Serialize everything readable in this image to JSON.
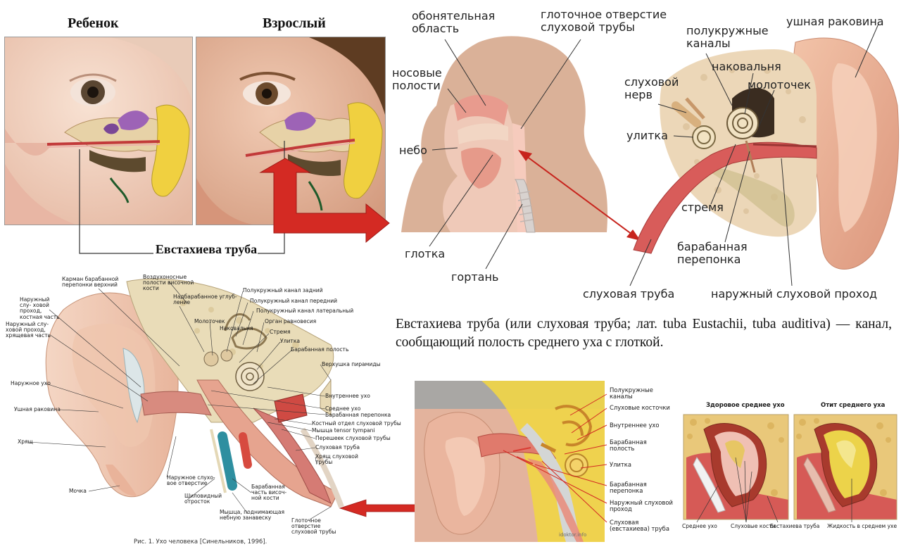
{
  "top_left": {
    "child_label": "Ребенок",
    "adult_label": "Взрослый",
    "tube_label": "Евстахиева труба"
  },
  "head_diagram": {
    "olfactory": "обонятельная область",
    "pharyngeal_opening": "глоточное отверстие слуховой трубы",
    "nasal_cavities": "носовые полости",
    "palate": "небо",
    "pharynx": "глотка",
    "larynx": "гортань"
  },
  "ear_diagram": {
    "semicircular": "полукружные каналы",
    "auricle": "ушная раковина",
    "incus": "наковальня",
    "auditory_nerve": "слуховой нерв",
    "malleus": "молоточек",
    "cochlea": "улитка",
    "stapes": "стремя",
    "eardrum": "барабанная перепонка",
    "auditory_tube": "слуховая труба",
    "external_canal": "наружный слуховой проход"
  },
  "caption": "Евстахиева труба (или слуховая труба; лат. tuba Eustachii, tuba auditiva) — канал, сообщающий полость среднего уха с глоткой.",
  "anatomy": {
    "labels": [
      "Карман барабанной перепонки верхний",
      "Воздухоносные полости височной кости",
      "Надбарабанное углуб- ление",
      "Полукружный канал задний",
      "Полукружный канал передний",
      "Полукружный канал латеральный",
      "Орган равновесия",
      "Молоточек",
      "Наковальня",
      "Стремя",
      "Улитка",
      "Барабанная полость",
      "Верхушка пирамиды",
      "Внутреннее ухо",
      "Среднее ухо",
      "Барабанная перепонка",
      "Костный отдел слуховой трубы",
      "Мышца tensor tympani",
      "Перешеек слуховой трубы",
      "Слуховая труба",
      "Хрящ слуховой трубы",
      "Наружный слу- ховой проход, костная часть",
      "Наружный слу- ховой проход, хрящевая часть",
      "Наружное ухо",
      "Ушная раковина",
      "Хрящ",
      "Мочка",
      "Наружное слухо- вое отверстие",
      "Шиловидный отросток",
      "Барабанная часть височ- ной кости",
      "Мышца, поднимающая небную занавеску",
      "Глоточное отверстие слуховой трубы"
    ],
    "figure_caption": "Рис. 1. Ухо человека [Синельников, 1996]."
  },
  "photo_ear": {
    "labels": [
      "Полукружные каналы",
      "Слуховые косточки",
      "Внутреннее ухо",
      "Барабанная полость",
      "Улитка",
      "Барабанная перепонка",
      "Наружный слуховой проход",
      "Слуховая (евстахиева) труба"
    ],
    "watermark": "idoktor.info"
  },
  "otitis": {
    "healthy_title": "Здоровое среднее ухо",
    "otitis_title": "Отит среднего уха",
    "labels": [
      "Среднее ухо",
      "Слуховые кости",
      "Евстахиева труба",
      "Жидкость в среднем ухе"
    ]
  },
  "colors": {
    "arrow_red": "#d42a23",
    "skin": "#e9b9a4",
    "bone": "#e8d9a8",
    "yellow": "#f2d22e"
  }
}
